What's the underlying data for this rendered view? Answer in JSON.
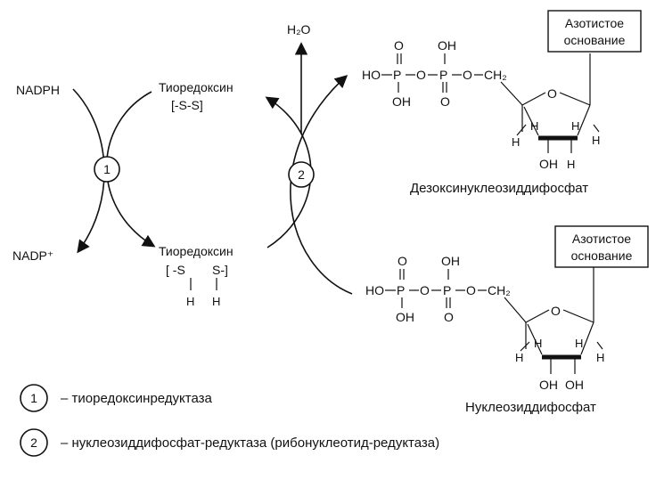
{
  "cycle": {
    "nadph": "NADPH",
    "nadp": "NADP⁺",
    "thioredoxin_ox_name": "Тиоредоксин",
    "thioredoxin_ox_group": "[-S-S]",
    "thioredoxin_red_name": "Тиоредоксин",
    "thioredoxin_red_group_left": "[ -S",
    "thioredoxin_red_group_right": "S-]",
    "h": "H",
    "water": "H₂O",
    "enzyme1_num": "1",
    "enzyme2_num": "2"
  },
  "molecule_top": {
    "ho": "HO",
    "p": "P",
    "o": "O",
    "oh": "OH",
    "ch2": "CH₂",
    "ring_o": "O",
    "base_line1": "Азотистое",
    "base_line2": "основание",
    "h": "H",
    "ring_oh": "OH",
    "caption": "Дезоксинуклеозиддифосфат"
  },
  "molecule_bottom": {
    "ho": "HO",
    "p": "P",
    "o": "O",
    "oh": "OH",
    "ch2": "CH₂",
    "ring_o": "O",
    "base_line1": "Азотистое",
    "base_line2": "основание",
    "h": "H",
    "ring_oh": "OH",
    "caption": "Нуклеозиддифосфат"
  },
  "legend": [
    {
      "num": "1",
      "text": "– тиоредоксинредуктаза"
    },
    {
      "num": "2",
      "text": "– нуклеозиддифосфат-редуктаза (рибонуклеотид-редуктаза)"
    }
  ]
}
